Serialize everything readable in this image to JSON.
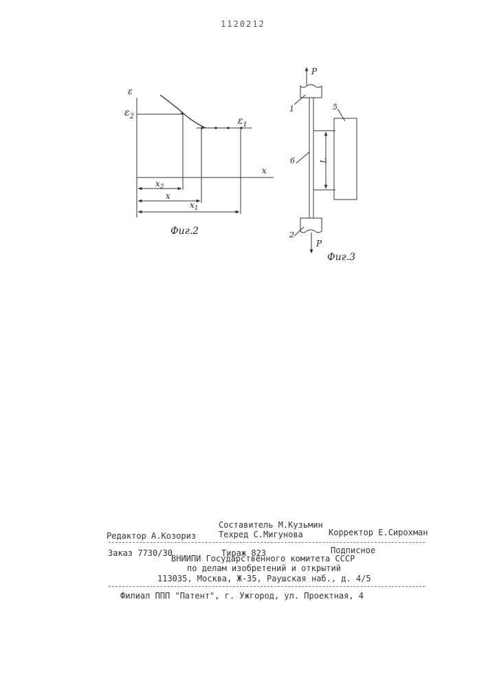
{
  "header": {
    "page_number": "1120212"
  },
  "figure2": {
    "caption": "Фиг.2",
    "y_axis_label": "ε",
    "x_axis_label": "x",
    "label_eps2": "ε",
    "label_eps2_sub": "2",
    "label_eps1": "ε",
    "label_eps1_sub": "1",
    "dim_x2": "x",
    "dim_x2_sub": "2",
    "dim_x": "x",
    "dim_x1": "x",
    "dim_x1_sub": "1"
  },
  "figure3": {
    "caption": "Фиг.3",
    "force_top": "P",
    "force_bottom": "P",
    "label_grip_top": "1",
    "label_grip_bottom": "2",
    "label_block": "5",
    "label_specimen": "6",
    "label_length": "L"
  },
  "imprint": {
    "compiler": "Составитель М.Кузьмин",
    "editor": "Редактор А.Козориз",
    "techred": "Техред С.Мигунова",
    "corrector": "Корректор Е.Сирохман",
    "order": "Заказ 7730/30",
    "circulation": "Тираж 823",
    "subscription": "Подписное",
    "org_line1": "ВНИИПИ Государственного комитета СССР",
    "org_line2": "по делам изобретений и открытий",
    "address": "113035, Москва, Ж-35, Раушская наб., д. 4/5",
    "branch": "Филиал ППП \"Патент\", г. Ужгород, ул. Проектная, 4"
  }
}
